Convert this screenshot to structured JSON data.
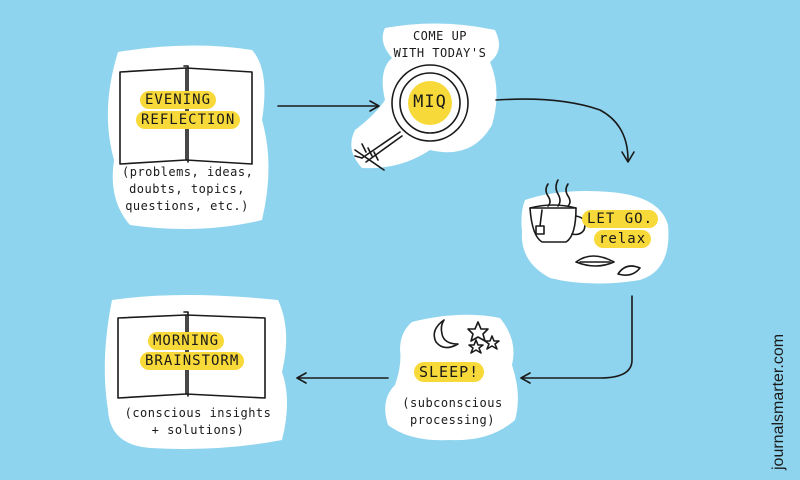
{
  "diagram": {
    "evening": {
      "title_1": "EVENING",
      "title_2": "REFLECTION",
      "note_1": "(problems, ideas,",
      "note_2": "doubts, topics,",
      "note_3": "questions, etc.)"
    },
    "miq": {
      "caption_1": "COME UP",
      "caption_2": "WITH TODAY'S",
      "label": "MIQ"
    },
    "letgo": {
      "title": "LET GO.",
      "subtitle": "relax"
    },
    "sleep": {
      "title": "SLEEP!",
      "note_1": "(subconscious",
      "note_2": "processing)"
    },
    "morning": {
      "title_1": "MORNING",
      "title_2": "BRAINSTORM",
      "note_1": "(conscious insights",
      "note_2": "+ solutions)"
    }
  },
  "watermark": "journalsmarter.com",
  "colors": {
    "background": "#8fd4ee",
    "highlight": "#f8d93a",
    "ink": "#1a1a1a",
    "cloud": "#ffffff"
  }
}
